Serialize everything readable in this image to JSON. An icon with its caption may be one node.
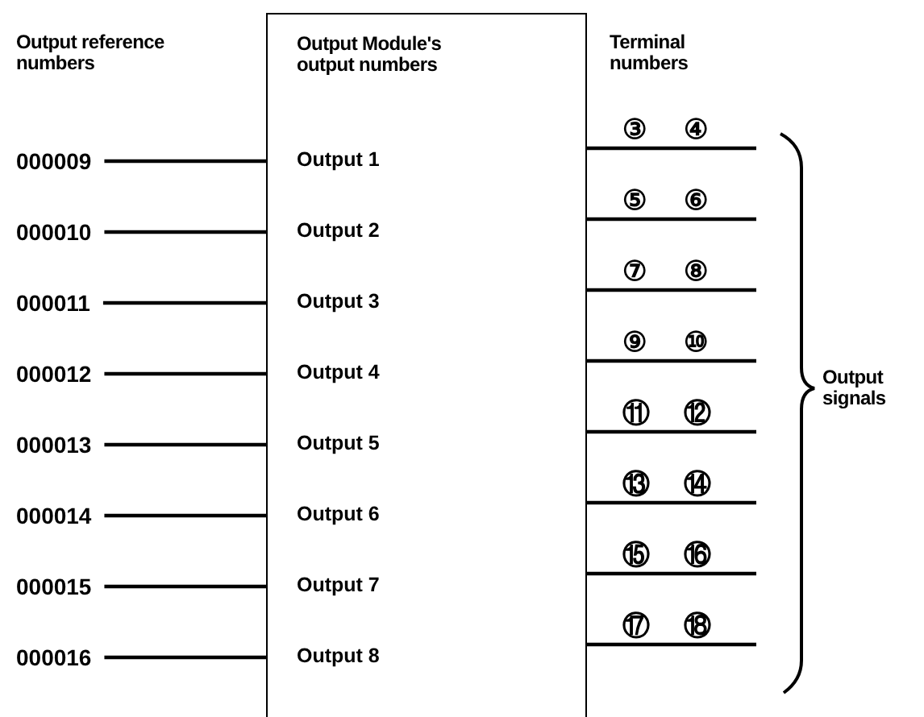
{
  "diagram": {
    "nodes": [
      {
        "text": [
          "000009"
        ]
      },
      {
        "text": [
          "000010"
        ]
      },
      {
        "text": [
          "000011"
        ]
      },
      {
        "text": [
          "000012"
        ]
      },
      {
        "text": [
          "000013"
        ]
      },
      {
        "text": [
          "000014"
        ]
      },
      {
        "text": [
          "000015"
        ]
      },
      {
        "text": [
          "000016"
        ]
      },
      {
        "text": [
          "Output Module's output numbers"
        ]
      },
      {
        "text": [
          "Output 1"
        ],
        "in": 8
      },
      {
        "text": [
          "Output 2"
        ],
        "in": 8
      },
      {
        "text": [
          "Output 3"
        ],
        "in": 8
      },
      {
        "text": [
          "Output 4"
        ],
        "in": 8
      },
      {
        "text": [
          "Output 5"
        ],
        "in": 8
      },
      {
        "text": [
          "Output 6"
        ],
        "in": 8
      },
      {
        "text": [
          "Output 7"
        ],
        "in": 8
      },
      {
        "text": [
          "Output 8"
        ],
        "in": 8
      }
    ],
    "edges": [
      {
        "from": 0,
        "to": 9,
        "arrow": "none"
      },
      {
        "from": 1,
        "to": 10,
        "arrow": "none"
      },
      {
        "from": 2,
        "to": 11,
        "arrow": "none"
      },
      {
        "from": 3,
        "to": 12,
        "arrow": "none"
      },
      {
        "from": 4,
        "to": 13,
        "arrow": "none"
      },
      {
        "from": 5,
        "to": 14,
        "arrow": "none"
      },
      {
        "from": 6,
        "to": 15,
        "arrow": "none"
      },
      {
        "from": 7,
        "to": 16,
        "arrow": "none"
      },
      {
        "from": 8,
        "to": null,
        "arrow": "none"
      },
      {
        "from": 8,
        "to": null,
        "arrow": "none"
      },
      {
        "from": 8,
        "to": null,
        "arrow": "none"
      },
      {
        "from": 8,
        "to": null,
        "arrow": "none"
      },
      {
        "from": 8,
        "to": null,
        "arrow": "none"
      },
      {
        "from": 8,
        "to": null,
        "arrow": "none"
      },
      {
        "from": 8,
        "to": null,
        "arrow": "none"
      },
      {
        "from": 8,
        "to": null,
        "arrow": "none"
      }
    ],
    "labels": [
      "Output reference numbers",
      "Terminal numbers",
      "③",
      "④",
      "⑤",
      "⑥",
      "⑦",
      "⑧",
      "⑨",
      "⑩",
      "⑪",
      "⑫",
      "⑬",
      "⑭",
      "⑮",
      "⑯",
      "⑰",
      "⑱",
      "Output signals"
    ]
  }
}
